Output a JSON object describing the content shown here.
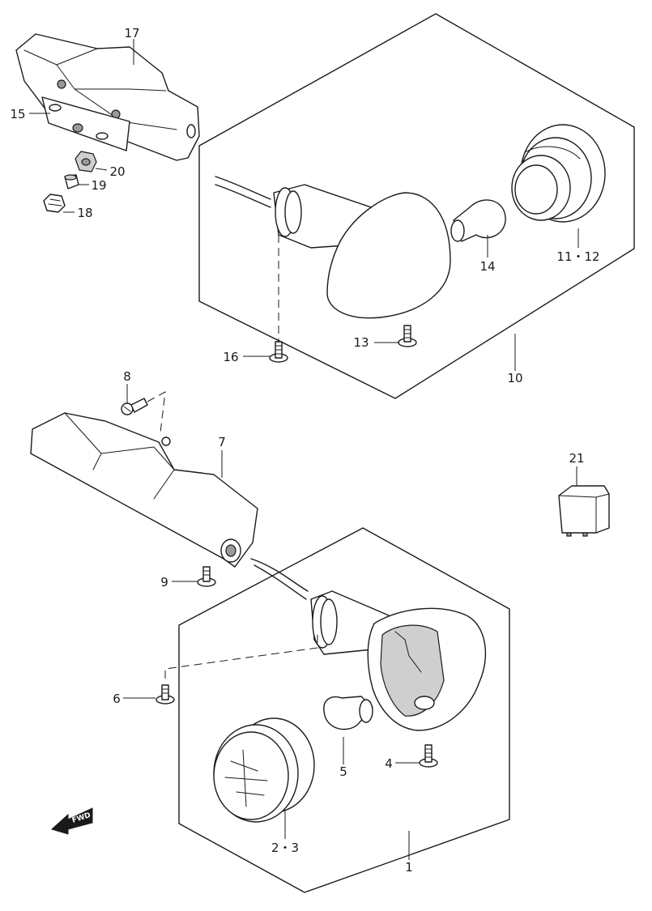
{
  "callouts": {
    "c1": "1",
    "c2_3": "2・3",
    "c4": "4",
    "c5": "5",
    "c6": "6",
    "c7": "7",
    "c8": "8",
    "c9": "9",
    "c10": "10",
    "c11_12": "11・12",
    "c13": "13",
    "c14": "14",
    "c15": "15",
    "c16": "16",
    "c17": "17",
    "c18": "18",
    "c19": "19",
    "c20": "20",
    "c21": "21"
  },
  "fwd_arrow": {
    "text": "FWD",
    "icon": "forward-arrow-icon"
  },
  "colors": {
    "line": "#1a1a1a",
    "background": "#ffffff",
    "shade": "#cfcfcf"
  }
}
